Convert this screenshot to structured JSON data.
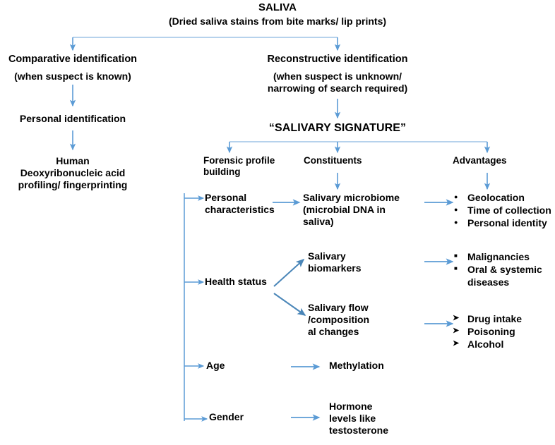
{
  "colors": {
    "arrow": "#5b9bd5",
    "arrow_dark": "#4a86b8",
    "text": "#000000",
    "background": "#ffffff"
  },
  "diagram": {
    "type": "flowchart",
    "title": "SALIVA",
    "subtitle": "(Dried saliva stains from bite marks/ lip prints)",
    "branches": {
      "comparative": {
        "heading": "Comparative identification",
        "note": "(when suspect is known)",
        "step1": "Personal identification",
        "step2": "Human\nDeoxyribonucleic acid\nprofiling/ fingerprinting"
      },
      "reconstructive": {
        "heading": "Reconstructive identification",
        "note": "(when suspect is unknown/\nnarrowing of search required)",
        "signature": "“SALIVARY SIGNATURE”"
      }
    },
    "columns": [
      {
        "id": "forensic-profile-building",
        "label": "Forensic profile\nbuilding"
      },
      {
        "id": "constituents",
        "label": "Constituents"
      },
      {
        "id": "advantages",
        "label": "Advantages"
      }
    ],
    "rows": [
      {
        "id": "personal-characteristics",
        "profile": "Personal\ncharacteristics",
        "constituent": "Salivary microbiome\n(microbial DNA in\nsaliva)",
        "bullet_style": "dot",
        "advantages": [
          "Geolocation",
          "Time of collection",
          "Personal identity"
        ]
      },
      {
        "id": "health-status",
        "profile": "Health status",
        "constituent": "Salivary\nbiomarkers",
        "bullet_style": "square",
        "advantages": [
          "Malignancies",
          "Oral & systemic\ndiseases"
        ]
      },
      {
        "id": "salivary-flow",
        "profile": "",
        "constituent": "Salivary flow\n/composition\nal changes",
        "bullet_style": "arrow",
        "advantages": [
          "Drug intake",
          "Poisoning",
          "Alcohol"
        ]
      },
      {
        "id": "age",
        "profile": "Age",
        "constituent": "Methylation",
        "bullet_style": "none",
        "advantages": []
      },
      {
        "id": "gender",
        "profile": "Gender",
        "constituent": "Hormone\nlevels like\ntestosterone",
        "bullet_style": "none",
        "advantages": []
      }
    ]
  }
}
